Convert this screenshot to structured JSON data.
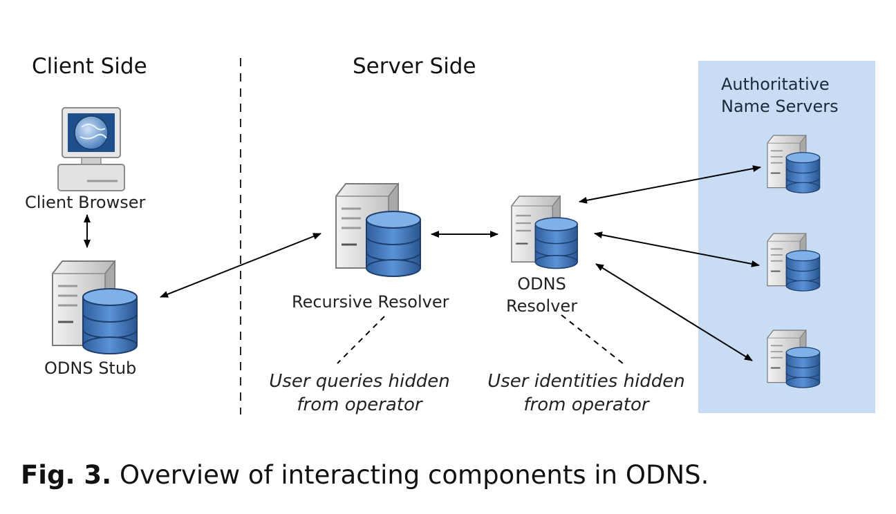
{
  "sections": {
    "client": "Client Side",
    "server": "Server Side"
  },
  "authoritative": {
    "line1": "Authoritative",
    "line2": "Name Servers",
    "color": "#c8dcf3"
  },
  "nodes": {
    "client_browser": "Client Browser",
    "odns_stub": "ODNS Stub",
    "recursive_resolver": "Recursive Resolver",
    "odns_resolver_line1": "ODNS",
    "odns_resolver_line2": "Resolver"
  },
  "notes": {
    "recursive_line1": "User queries hidden",
    "recursive_line2": "from operator",
    "odns_line1": "User identities hidden",
    "odns_line2": "from operator"
  },
  "caption": {
    "label": "Fig. 3.",
    "text": " Overview of interacting components in ODNS."
  },
  "colors": {
    "db_blue": "#4a7fc1",
    "server_gray": "#d8d8d8",
    "arrow": "#000000"
  }
}
